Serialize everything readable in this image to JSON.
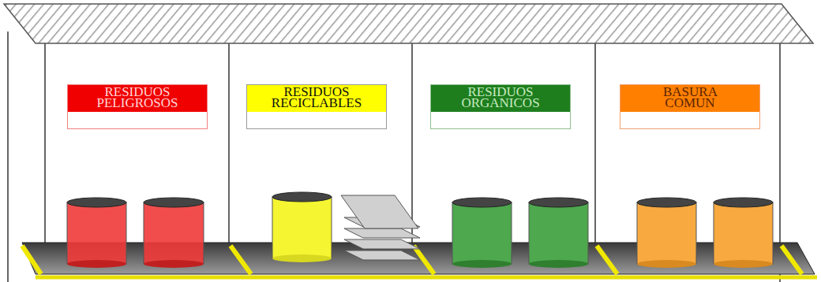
{
  "diagram": {
    "nodes": [
      {
        "text": [
          "RESIDUOS PELIGROSOS"
        ]
      },
      {
        "text": [
          "RESIDUOS RECICLABLES"
        ]
      },
      {
        "text": [
          "RESIDUOS ORGANICOS"
        ]
      },
      {
        "text": [
          "BASURA COMUN"
        ]
      }
    ]
  }
}
